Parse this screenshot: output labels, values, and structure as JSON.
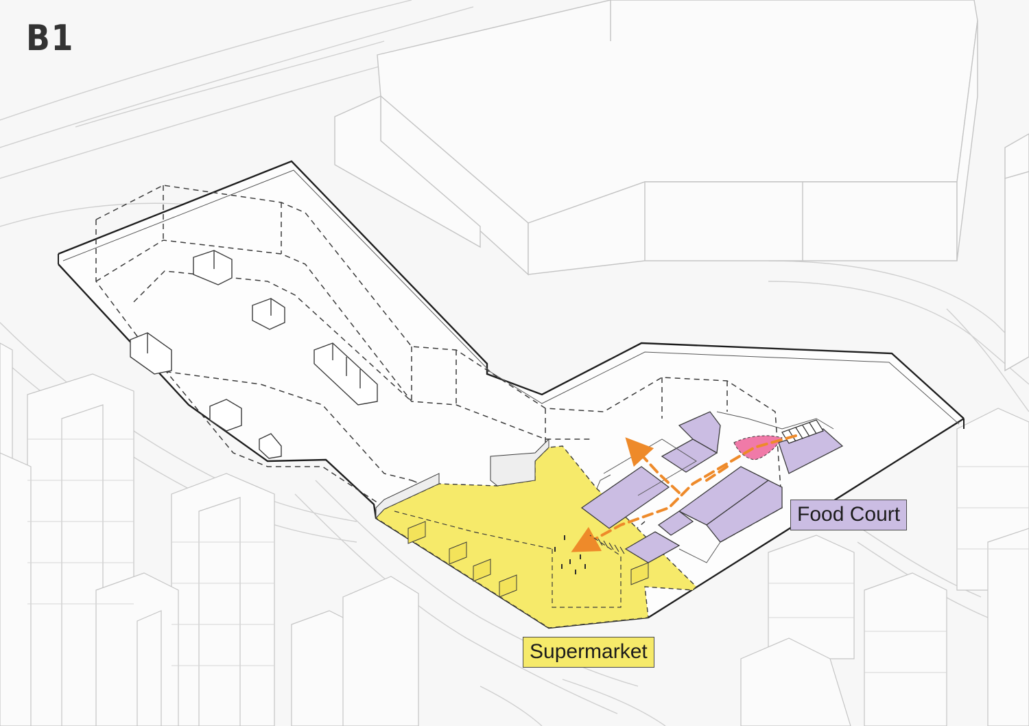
{
  "floor_label": "B1",
  "zones": [
    {
      "name": "Supermarket",
      "color": "#f6ea6a"
    },
    {
      "name": "Food Court",
      "color": "#cbbde3"
    }
  ],
  "colors": {
    "background": "#f7f7f7",
    "context_line": "#c8c8c8",
    "outline": "#1e1e1e",
    "dashed": "#3a3a3a",
    "circulation_arrow": "#ee8a2a",
    "highlight": "#f07aa8"
  }
}
